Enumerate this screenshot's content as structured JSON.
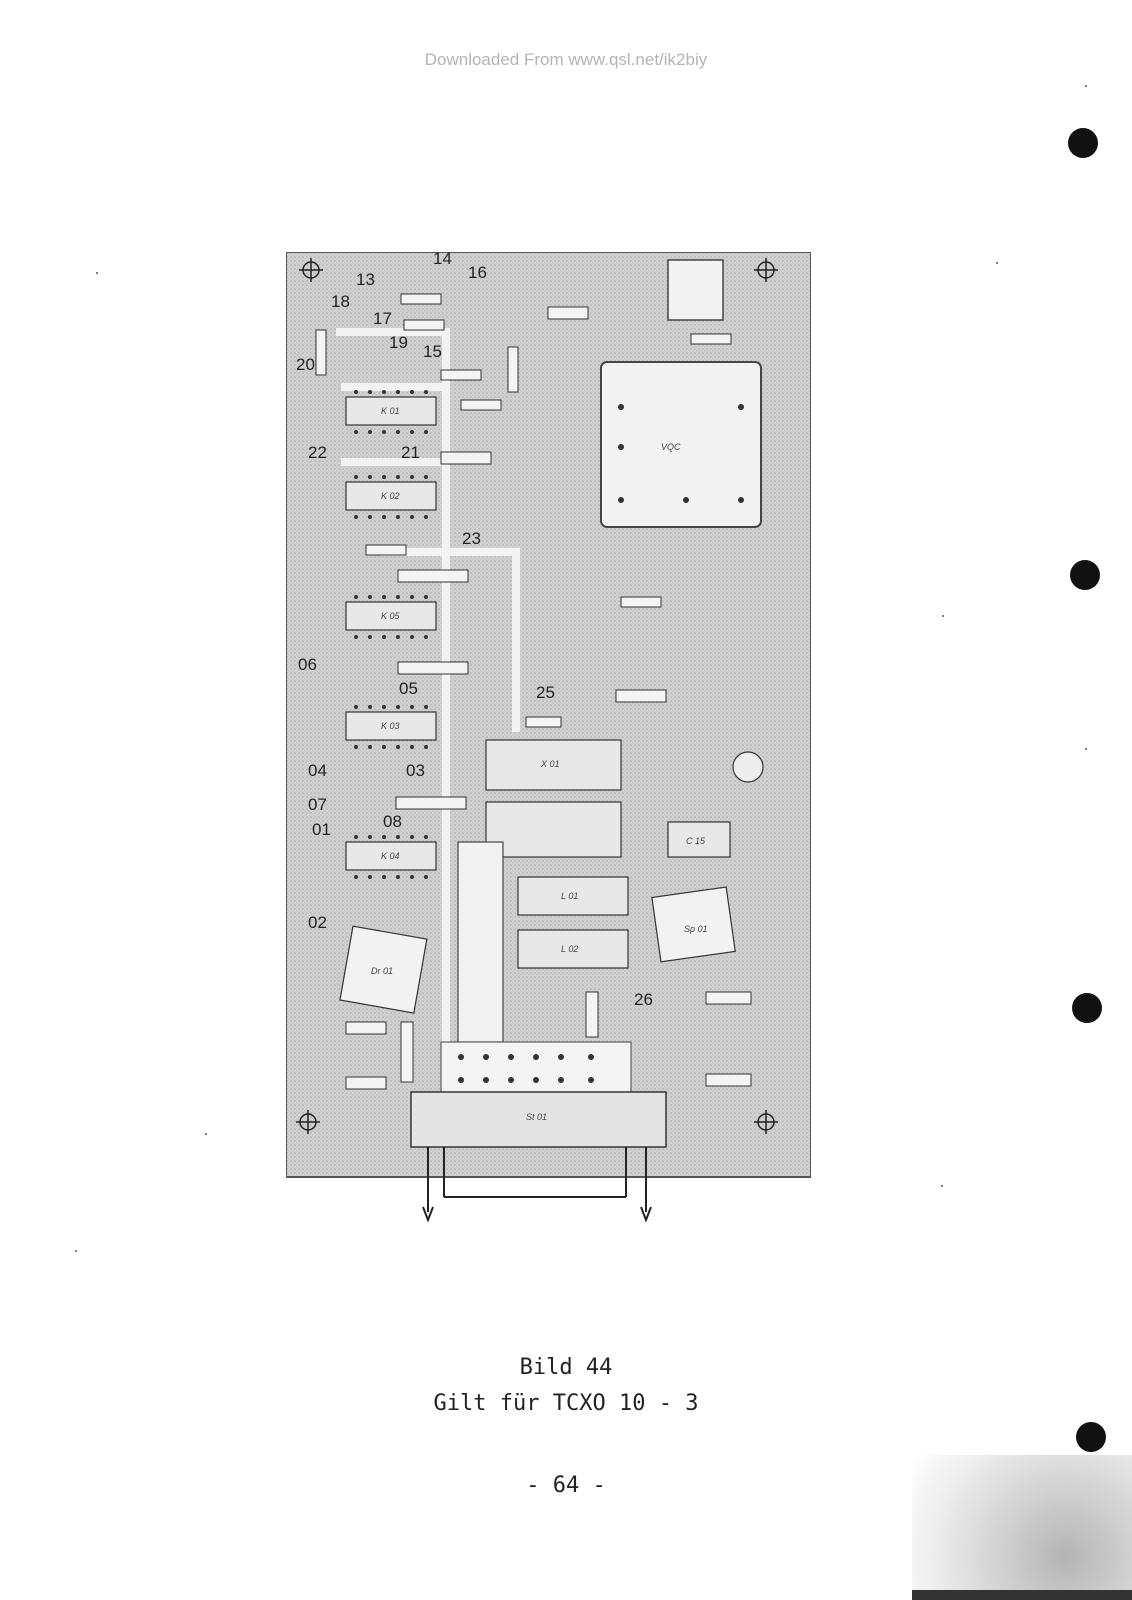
{
  "watermark": "Downloaded From www.qsl.net/ik2biy",
  "board": {
    "part_labels": [
      "13",
      "14",
      "16",
      "18",
      "17",
      "19",
      "15",
      "20",
      "22",
      "21",
      "23",
      "06",
      "05",
      "25",
      "04",
      "03",
      "07",
      "01",
      "08",
      "02",
      "26"
    ],
    "ic_labels": [
      "K 01",
      "K 02",
      "K 05",
      "K 03",
      "K 04",
      "X 01",
      "L 01",
      "L 02",
      "Dr 01",
      "Sp 01",
      "C 15",
      "St 01"
    ],
    "module_label": "VQC"
  },
  "caption": {
    "figure": "Bild 44",
    "applies_to": "Gilt für TCXO 10 - 3"
  },
  "page_number": "- 64 -",
  "colors": {
    "board": "#cfcfcf",
    "ink": "#222222",
    "pad": "#f4f4f4"
  }
}
